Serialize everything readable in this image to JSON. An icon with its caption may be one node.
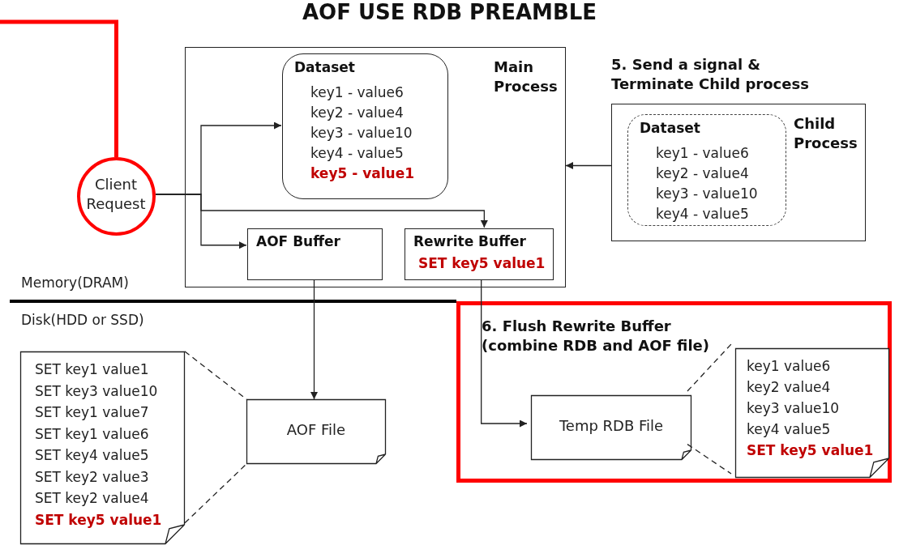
{
  "diagram": {
    "title": "AOF USE RDB PREAMBLE",
    "nodes": [
      {
        "text": [
          "Main Process"
        ]
      },
      {
        "text": [
          "Dataset",
          "key1 - value6",
          "key2 - value4",
          "key3 - value10",
          "key4 - value5",
          "key5 - value1"
        ],
        "in": 0
      },
      {
        "text": [
          "AOF Buffer"
        ],
        "in": 0
      },
      {
        "text": [
          "Rewrite Buffer",
          "SET key5 value1"
        ],
        "in": 0
      },
      {
        "text": [
          "Client Request"
        ]
      },
      {
        "text": [
          "Child Process"
        ],
        "beside": [
          "5. Send a signal & Terminate Child process"
        ]
      },
      {
        "text": [
          "Dataset",
          "key1 - value6",
          "key2 - value4",
          "key3 - value10",
          "key4 - value5"
        ],
        "in": 5
      },
      {
        "text": [
          "SET key1 value1",
          "SET key3 value10",
          "SET key1 value7",
          "SET key1 value6",
          "SET key4 value5",
          "SET key2 value3",
          "SET key2 value4",
          "SET key5 value1"
        ]
      },
      {
        "text": [
          "AOF File"
        ]
      },
      {
        "text": [
          "6. Flush Rewrite Buffer (combine RDB and AOF file)"
        ]
      },
      {
        "text": [
          "Temp RDB File"
        ],
        "in": 9
      },
      {
        "text": [
          "key1 value6",
          "key2 value4",
          "key3 value10",
          "key4 value5",
          "SET key5 value1"
        ],
        "in": 9
      }
    ],
    "edges": [
      {
        "from": null,
        "to": 4,
        "arrow": "none",
        "style": "thick",
        "color": "#ff0000"
      },
      {
        "from": 4,
        "to": 1,
        "arrow": "to"
      },
      {
        "from": 4,
        "to": 2,
        "arrow": "to"
      },
      {
        "from": 4,
        "to": 3,
        "arrow": "to"
      },
      {
        "from": 5,
        "to": 0,
        "arrow": "to"
      },
      {
        "from": 2,
        "to": 8,
        "arrow": "to"
      },
      {
        "from": 3,
        "to": 10,
        "arrow": "to"
      },
      {
        "from": 7,
        "to": 8,
        "arrow": "none",
        "style": "dashed"
      },
      {
        "from": 7,
        "to": 8,
        "arrow": "none",
        "style": "dashed"
      },
      {
        "from": 10,
        "to": 11,
        "arrow": "none",
        "style": "dashed"
      },
      {
        "from": 10,
        "to": 11,
        "arrow": "none",
        "style": "dashed"
      }
    ],
    "labels": [
      "Memory(DRAM)",
      "Disk(HDD or SSD)"
    ]
  }
}
